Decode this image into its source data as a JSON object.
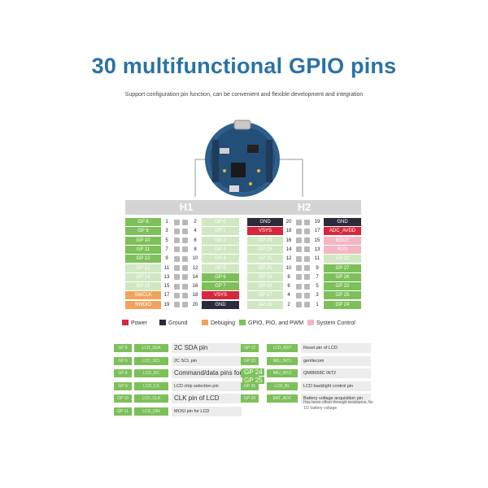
{
  "title": "30 multifunctional GPIO pins",
  "subtitle": "Support configuration pin function, can be convenient and flexible development and integration",
  "headers": {
    "h1": "H1",
    "h2": "H2"
  },
  "colors": {
    "gpio": "#7dc05a",
    "gpio_light": "#cfe8c2",
    "power": "#d7263d",
    "ground": "#2b2b3a",
    "debug": "#f1a35d",
    "system": "#f3b6c3",
    "title": "#2a72a6"
  },
  "h1": {
    "left": [
      {
        "label": "GP 8",
        "type": "gpio",
        "num": "1"
      },
      {
        "label": "GP 9",
        "type": "gpio",
        "num": "3"
      },
      {
        "label": "GP 10",
        "type": "gpio",
        "num": "5"
      },
      {
        "label": "GP 11",
        "type": "gpio",
        "num": "7"
      },
      {
        "label": "GP 12",
        "type": "gpio",
        "num": "9"
      },
      {
        "label": "GP 13",
        "type": "gpio_light",
        "num": "11"
      },
      {
        "label": "GP 14",
        "type": "gpio_light",
        "num": "13"
      },
      {
        "label": "GP 15",
        "type": "gpio_light",
        "num": "15"
      },
      {
        "label": "SWCLK",
        "type": "debug",
        "num": "17"
      },
      {
        "label": "SWDIO",
        "type": "debug",
        "num": "19"
      }
    ],
    "right": [
      {
        "label": "GP 0",
        "type": "gpio_light",
        "num": "2"
      },
      {
        "label": "GP 1",
        "type": "gpio_light",
        "num": "4"
      },
      {
        "label": "GP 2",
        "type": "gpio_light",
        "num": "6"
      },
      {
        "label": "GP 3",
        "type": "gpio_light",
        "num": "8"
      },
      {
        "label": "GP 4",
        "type": "gpio_light",
        "num": "10"
      },
      {
        "label": "GP 5",
        "type": "gpio_light",
        "num": "12"
      },
      {
        "label": "GP 6",
        "type": "gpio",
        "num": "14"
      },
      {
        "label": "GP 7",
        "type": "gpio",
        "num": "16"
      },
      {
        "label": "VSYS",
        "type": "power",
        "num": "18"
      },
      {
        "label": "GND",
        "type": "ground",
        "num": "20"
      }
    ]
  },
  "h2": {
    "left": [
      {
        "label": "GND",
        "type": "ground",
        "num": "20"
      },
      {
        "label": "VSYS",
        "type": "power",
        "num": "18"
      },
      {
        "label": "GP 29",
        "type": "gpio_light",
        "num": "16"
      },
      {
        "label": "GP 28",
        "type": "gpio_light",
        "num": "14"
      },
      {
        "label": "GP 21",
        "type": "gpio_light",
        "num": "12"
      },
      {
        "label": "GP 20",
        "type": "gpio_light",
        "num": "10"
      },
      {
        "label": "GP 19",
        "type": "gpio_light",
        "num": "8"
      },
      {
        "label": "GP 18",
        "type": "gpio_light",
        "num": "6"
      },
      {
        "label": "GP 17",
        "type": "gpio_light",
        "num": "4"
      },
      {
        "label": "GP 16",
        "type": "gpio_light",
        "num": "2"
      }
    ],
    "right": [
      {
        "label": "GND",
        "type": "ground",
        "num": "19"
      },
      {
        "label": "ADC_AVDD",
        "type": "power",
        "num": "17"
      },
      {
        "label": "BOOT",
        "type": "system",
        "num": "15"
      },
      {
        "label": "RUN",
        "type": "system",
        "num": "13"
      },
      {
        "label": "GP 23",
        "type": "gpio_light",
        "num": "11"
      },
      {
        "label": "GP 27",
        "type": "gpio",
        "num": "9"
      },
      {
        "label": "GP 26",
        "type": "gpio",
        "num": "7"
      },
      {
        "label": "GP 22",
        "type": "gpio",
        "num": "5"
      },
      {
        "label": "GP 25",
        "type": "gpio",
        "num": "3"
      },
      {
        "label": "GP 24",
        "type": "gpio",
        "num": "1"
      }
    ]
  },
  "legend": [
    {
      "label": "Power",
      "type": "power"
    },
    {
      "label": "Ground",
      "type": "ground"
    },
    {
      "label": "Debuging",
      "type": "debug"
    },
    {
      "label": "GPIO, PIO, and PWM",
      "type": "gpio"
    },
    {
      "label": "System Control",
      "type": "system"
    }
  ],
  "functions_left": [
    {
      "pin": "GP 8",
      "name": "LCD_SDA",
      "desc": "2C SDA pin"
    },
    {
      "pin": "GP 9",
      "name": "LCD_SCL",
      "desc": "2C SCL pin"
    },
    {
      "pin": "GP 8",
      "name": "LCD_DC",
      "desc": "Command/data pins for"
    },
    {
      "pin": "GP 9",
      "name": "LCD_CS",
      "desc": "LCD chip selection pin"
    },
    {
      "pin": "GP 10",
      "name": "LCD_CLK",
      "desc": "CLK pin of LCD"
    },
    {
      "pin": "GP 11",
      "name": "LCD_DIN",
      "desc": "MOSI pin for LCD"
    }
  ],
  "functions_right": [
    {
      "pin": "GP 12",
      "name": "LCD_RST",
      "desc": "Reset pin of LCD"
    },
    {
      "pin": "GP 23",
      "name": "IMU_INT1",
      "desc": "gentlecom"
    },
    {
      "pin": "GP 24",
      "name": "IMU_INT2",
      "desc": "QMI8658C INT2"
    },
    {
      "pin": "GP 25",
      "name": "LCD_BL",
      "desc": "LCD backlight control pin"
    },
    {
      "pin": "GP 29",
      "name": "BAT_ADC",
      "desc": "Battery voltage acquisition pin"
    }
  ],
  "overlap_pins": [
    "GP 24",
    "GP 25"
  ],
  "battery_note": "Has been offset through resistance, for 1/2 battery voltage"
}
